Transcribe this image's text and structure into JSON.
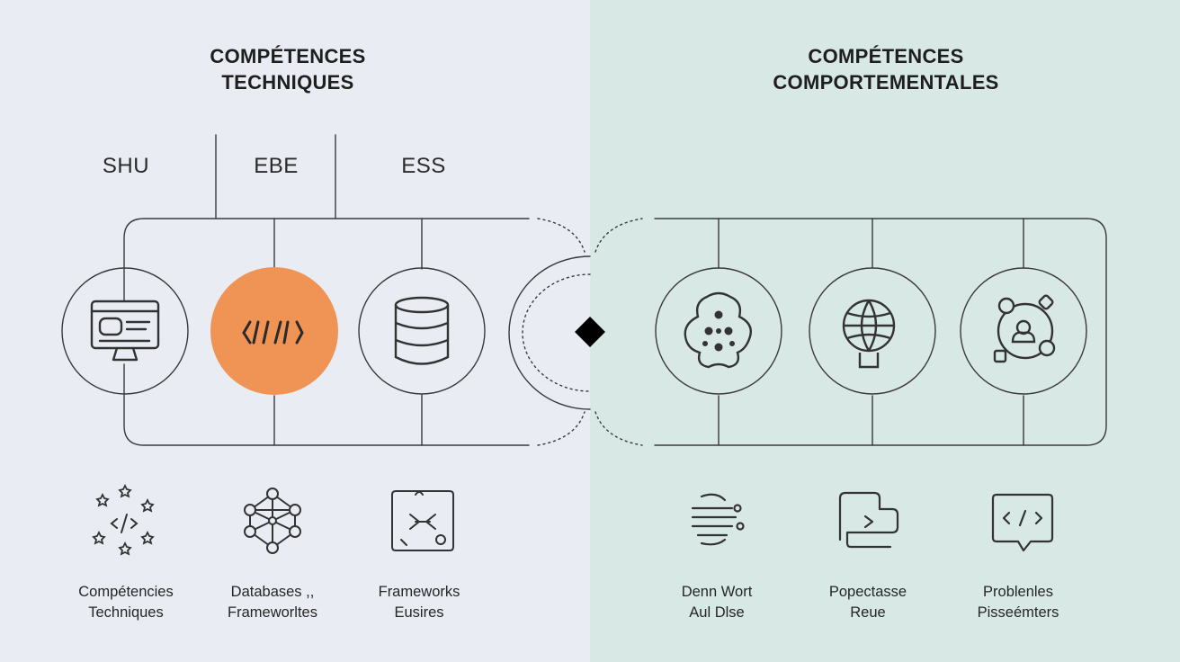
{
  "left": {
    "title_line1": "COMPÉTENCES",
    "title_line2": "TECHNIQUES",
    "columns": [
      "SHU",
      "EBE",
      "ESS"
    ],
    "nodes": [
      {
        "icon": "computer-monitor-icon",
        "highlight": false
      },
      {
        "icon": "code-icon",
        "highlight": true
      },
      {
        "icon": "database-icon",
        "highlight": false
      }
    ],
    "items": [
      {
        "icon": "code-stars-icon",
        "line1": "Compétencies",
        "line2": "Techniques"
      },
      {
        "icon": "network-graph-icon",
        "line1": "Databases ,,",
        "line2": "Frameworltes"
      },
      {
        "icon": "framework-puzzle-icon",
        "line1": "Frameworks",
        "line2": "Eusires"
      }
    ]
  },
  "right": {
    "title_line1": "COMPÉTENCES",
    "title_line2": "COMPORTEMENTALES",
    "nodes": [
      {
        "icon": "collaboration-blob-icon"
      },
      {
        "icon": "globe-icon"
      },
      {
        "icon": "team-network-icon"
      }
    ],
    "items": [
      {
        "icon": "communication-lines-icon",
        "line1": "Denn Wort",
        "line2": "Aul Dlse"
      },
      {
        "icon": "terminal-chat-icon",
        "line1": "Popectasse",
        "line2": "Reue"
      },
      {
        "icon": "code-chat-icon",
        "line1": "Problenles",
        "line2": "Pisseémters"
      }
    ]
  },
  "colors": {
    "left_bg": "#e9ecf2",
    "right_bg": "#d8e8e4",
    "accent": "#f09456",
    "stroke": "#3a3a3a",
    "diamond": "#000000"
  }
}
